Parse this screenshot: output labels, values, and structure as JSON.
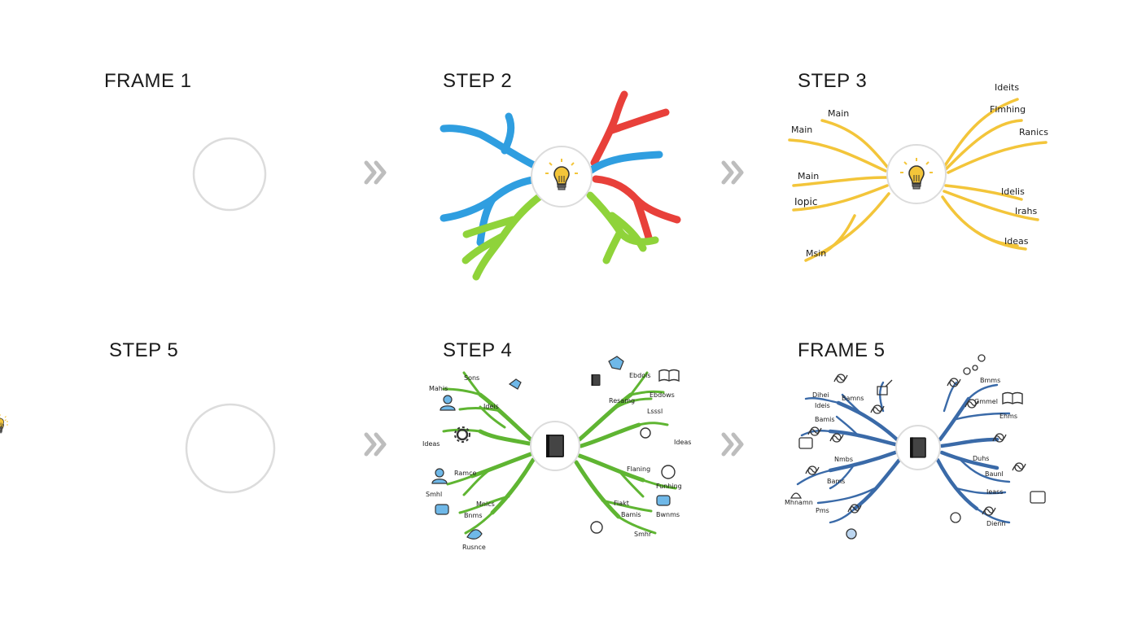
{
  "panels": [
    {
      "id": "p1",
      "title": "FRAME 1"
    },
    {
      "id": "p2",
      "title": "STEP 2"
    },
    {
      "id": "p3",
      "title": "STEP 3"
    },
    {
      "id": "p4",
      "title": "STEP 5"
    },
    {
      "id": "p5",
      "title": "STEP 4"
    },
    {
      "id": "p6",
      "title": "FRAME 5"
    }
  ],
  "step3_labels": [
    "Main",
    "Main",
    "Main",
    "Iopic",
    "Msin",
    "Ideits",
    "Flmhing",
    "Ranics",
    "Idelis",
    "Irahs",
    "Ideas"
  ],
  "step4_labels": [
    "Sons",
    "Mahis",
    "Ideis",
    "Ideas",
    "Ramce",
    "Smhl",
    "Mnics",
    "Bnms",
    "Rusnce",
    "Ebdois",
    "Resamg",
    "Ebdows",
    "Lsssl",
    "Ideas",
    "Flaning",
    "Funhing",
    "Fiakt",
    "Bamis",
    "Bwnms",
    "Smhr"
  ],
  "frame5_labels": [
    "Dihei",
    "Ideis",
    "Bamis",
    "Nmbs",
    "Bams",
    "Bamns",
    "Mhnamn",
    "Pms",
    "Bmms",
    "Ehms",
    "Duhs",
    "Baunl",
    "Ieass",
    "Gmmel",
    "Dienn"
  ],
  "colors": {
    "blue": "#2f9ee0",
    "red": "#e8403a",
    "green": "#8fd33a",
    "yellow": "#f3c53a",
    "leaf": "#5fb532",
    "navy": "#3a6aa8",
    "bulb": "#f3c53a"
  }
}
